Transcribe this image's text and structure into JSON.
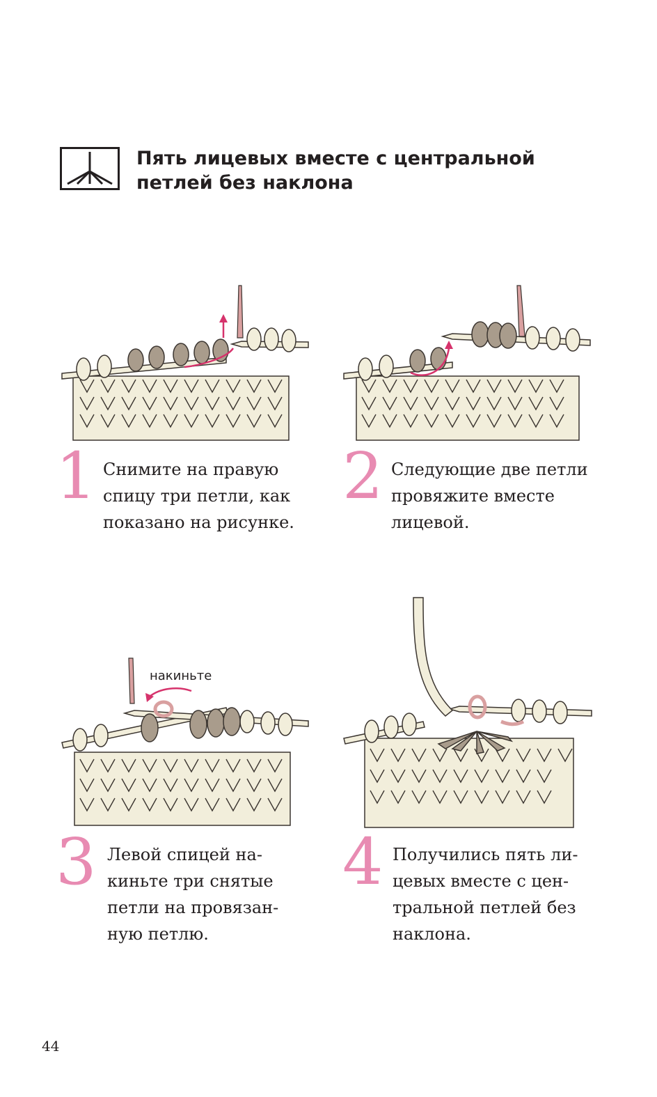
{
  "title": {
    "line1": "Пять лицевых вместе с центральной",
    "line2": "петлей без наклона"
  },
  "steps": [
    {
      "number": "1",
      "lines": [
        "Снимите на правую",
        "спицу три петли, как",
        "показано на рисунке."
      ]
    },
    {
      "number": "2",
      "lines": [
        "Следующие две петли",
        "провяжите вместе",
        "лицевой."
      ]
    },
    {
      "number": "3",
      "lines": [
        "Левой спицей на-",
        "киньте три снятые",
        "петли на провязан-",
        "ную петлю."
      ],
      "callout": "накиньте"
    },
    {
      "number": "4",
      "lines": [
        "Получились пять ли-",
        "цевых вместе с цен-",
        "тральной петлей без",
        "наклона."
      ]
    }
  ],
  "page_number": "44",
  "colors": {
    "accent_pink": "#e88bb2",
    "arrow_magenta": "#d6336c",
    "yarn_cream": "#f2eedb",
    "yarn_outline": "#3b3530",
    "loop_taupe": "#a99c8c",
    "working_yarn": "#d9a0a0"
  }
}
